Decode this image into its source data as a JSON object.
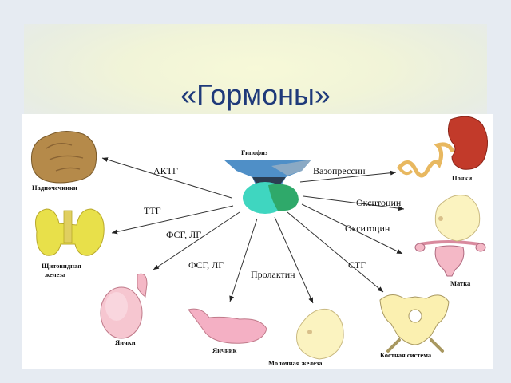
{
  "title": "«Гормоны»",
  "center": "Гипофиз",
  "hormones": {
    "actg": "АКТГ",
    "ttg": "ТТГ",
    "fsg_lg_1": "ФСГ, ЛГ",
    "fsg_lg_2": "ФСГ, ЛГ",
    "prolactin": "Пролактин",
    "stg": "СТГ",
    "vasopressin": "Вазопрессин",
    "oxytocin_1": "Окситоцин",
    "oxytocin_2": "Окситоцин"
  },
  "organs": {
    "adrenals": "Надпочечники",
    "thyroid_1": "Щитовидная",
    "thyroid_2": "железа",
    "testes": "Яички",
    "ovary": "Яичник",
    "mammary": "Молочная железа",
    "skeleton": "Костная система",
    "uterus": "Матка",
    "kidneys": "Почки"
  },
  "colors": {
    "title": "#1f3a7a",
    "pituitary_blue": "#4f8fc7",
    "pituitary_green": "#3dbf9a",
    "kidney": "#c23a2a",
    "adrenal": "#b58a4a",
    "thyroid": "#e8e04a"
  }
}
